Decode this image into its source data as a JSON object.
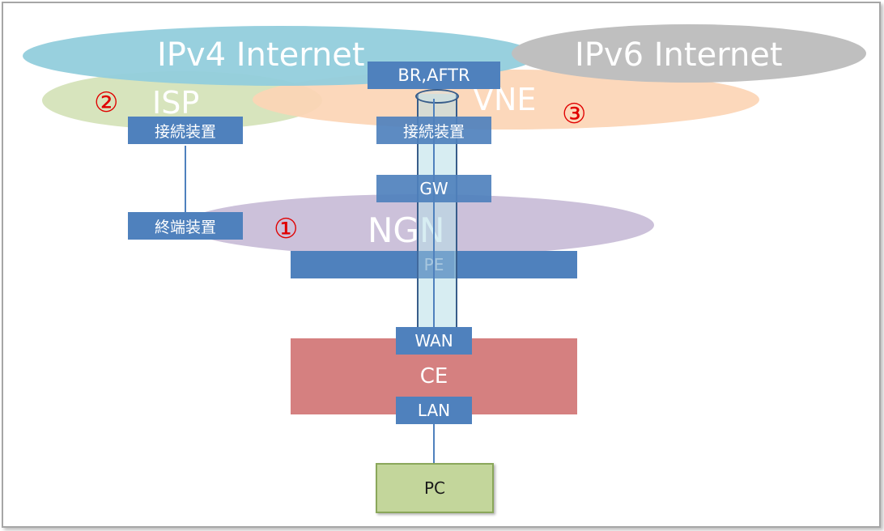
{
  "clouds": {
    "ipv4": "IPv4 Internet",
    "ipv6": "IPv6 Internet",
    "isp": "ISP",
    "vne": "VNE",
    "ngn": "NGN"
  },
  "markers": {
    "one": "①",
    "two": "②",
    "three": "③"
  },
  "boxes": {
    "br_aftr": "BR,AFTR",
    "isp_connector": "接続装置",
    "vne_connector": "接続装置",
    "gw": "GW",
    "terminal": "終端装置",
    "pe": "PE",
    "wan": "WAN",
    "ce": "CE",
    "lan": "LAN",
    "pc": "PC"
  },
  "colors": {
    "ipv4": "#92cddc",
    "ipv6": "#bfbfbf",
    "isp": "#d7e4bd",
    "vne": "#fcd5b5",
    "ngn": "#ccc1da",
    "box": "#4f81bd",
    "ce": "#d58080",
    "pc": "#c3d69b",
    "marker": "#e00000"
  }
}
